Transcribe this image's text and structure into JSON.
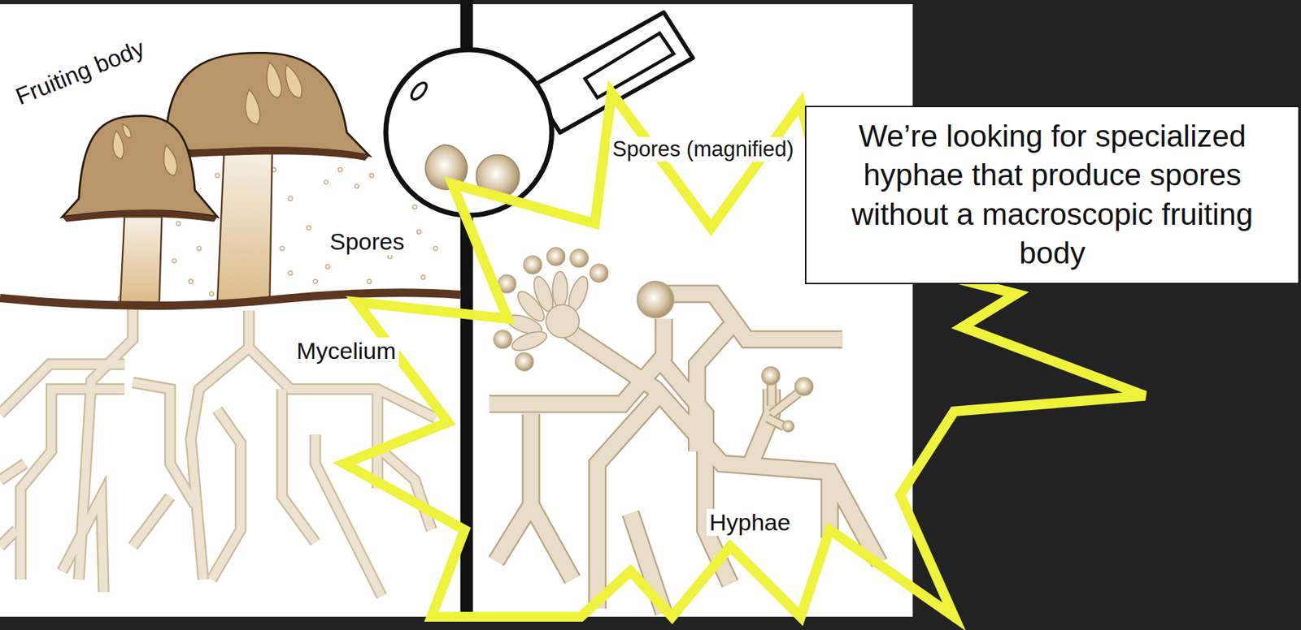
{
  "diagram": {
    "nodes": [
      {
        "text": [
          "We’re looking for specialized hyphae that produce spores without a macroscopic fruiting body"
        ]
      }
    ],
    "labels": [
      "Fruiting body",
      "Spores",
      "Mycelium",
      "Spores (magnified)",
      "Hyphae"
    ]
  }
}
